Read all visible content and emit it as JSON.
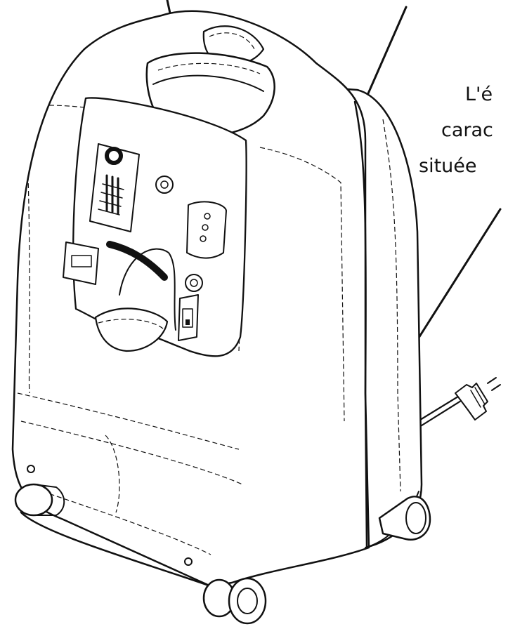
{
  "callout": {
    "line1": "L'é",
    "line2": "carac",
    "line3": "située"
  },
  "colors": {
    "ink": "#111111",
    "background": "#ffffff"
  },
  "icons": {
    "device": "oxygen-concentrator-illustration",
    "plug": "power-plug-icon"
  }
}
